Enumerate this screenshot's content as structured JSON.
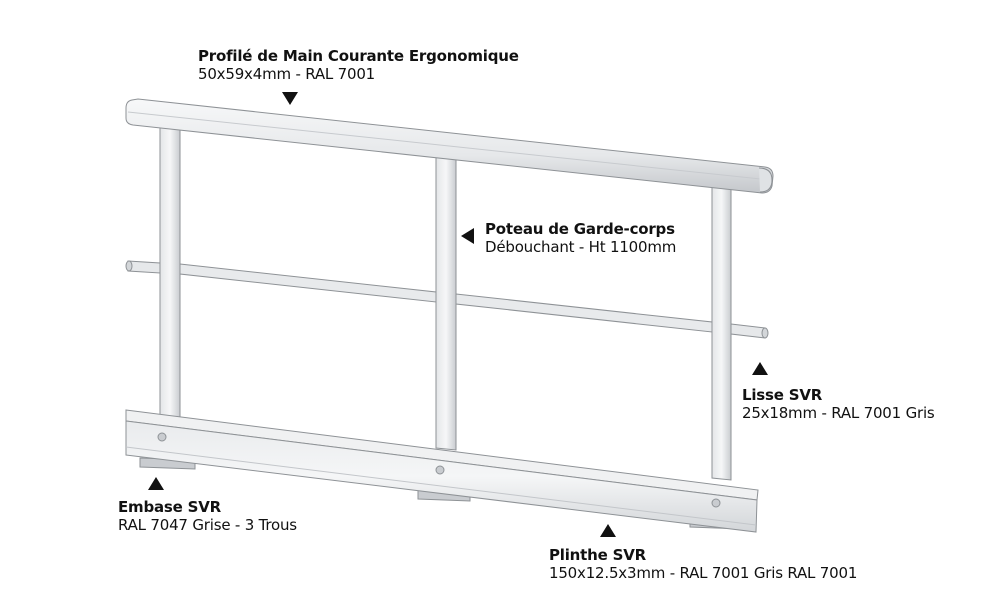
{
  "callouts": {
    "handrail": {
      "title": "Profilé de Main Courante Ergonomique",
      "spec": "50x59x4mm - RAL 7001",
      "arrow": "down-arrow-icon"
    },
    "post": {
      "title": "Poteau de Garde-corps",
      "spec": "Débouchant - Ht 1100mm",
      "arrow": "left-arrow-icon"
    },
    "rail": {
      "title": "Lisse SVR",
      "spec": "25x18mm - RAL 7001 Gris",
      "arrow": "up-arrow-icon"
    },
    "base": {
      "title": "Embase SVR",
      "spec": "RAL 7047 Grise - 3 Trous",
      "arrow": "up-arrow-icon"
    },
    "toeboard": {
      "title": "Plinthe SVR",
      "spec": "150x12.5x3mm - RAL 7001 Gris RAL 7001",
      "arrow": "up-arrow-icon"
    }
  },
  "colors": {
    "metal_light": "#f2f3f4",
    "metal_mid": "#d9dbdd",
    "metal_shadow": "#a9adb1",
    "outline": "#8e9296",
    "text": "#111111"
  }
}
